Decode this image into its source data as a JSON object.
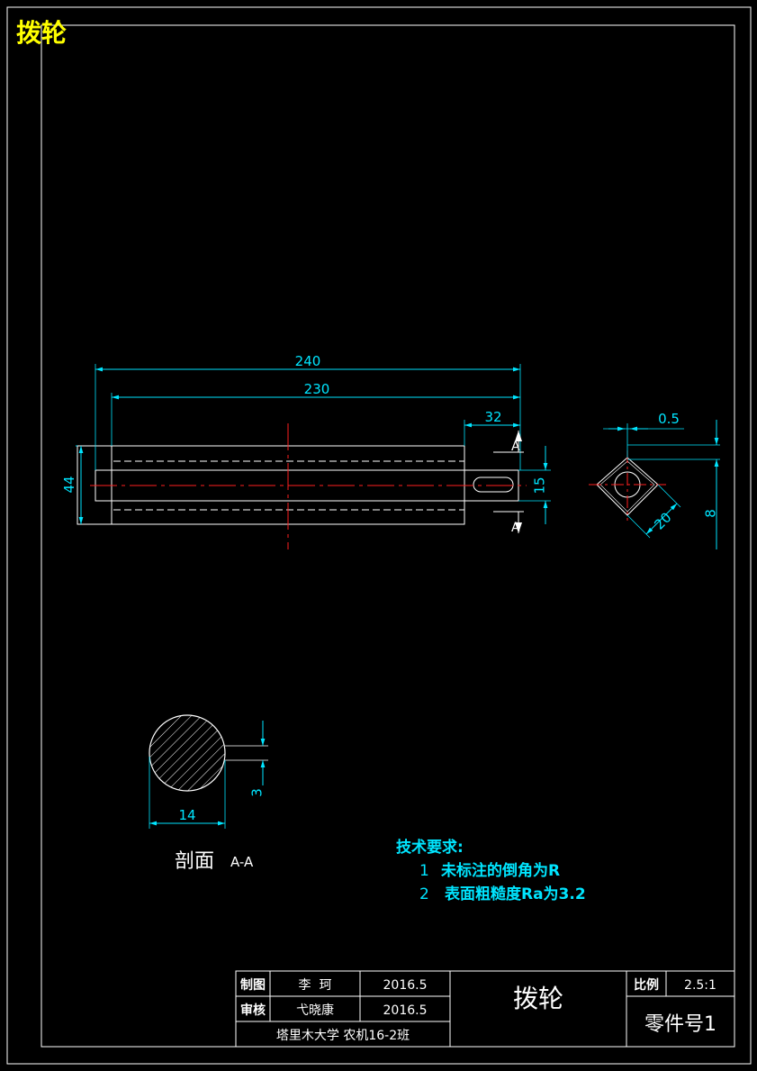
{
  "drawing": {
    "corner_title": "拨轮",
    "colors": {
      "outline": "#ffffff",
      "dimension": "#00e5ff",
      "centerline": "#ff2020",
      "title_accent": "#ffff00"
    },
    "dimensions": {
      "length_total": "240",
      "length_shaft": "230",
      "keyway_length": "32",
      "diameter": "44",
      "keyway_width": "15",
      "chamfer": "0.5",
      "square_side": "20",
      "square_offset": "8",
      "section_width": "14",
      "section_depth": "3"
    },
    "section_marker": "A",
    "section_label": "剖面",
    "section_id": "A-A",
    "tech_requirements": {
      "heading": "技术要求:",
      "items": [
        {
          "num": "1",
          "text": "未标注的倒角为R"
        },
        {
          "num": "2",
          "text": "表面粗糙度Ra为3.2"
        }
      ]
    }
  },
  "title_block": {
    "drawn_label": "制图",
    "drawn_name": "李  珂",
    "drawn_date": "2016.5",
    "checked_label": "审核",
    "checked_name": "弋晓康",
    "checked_date": "2016.5",
    "school": "塔里木大学 农机16-2班",
    "part_name": "拨轮",
    "scale_label": "比例",
    "scale_value": "2.5:1",
    "part_number": "零件号1"
  }
}
